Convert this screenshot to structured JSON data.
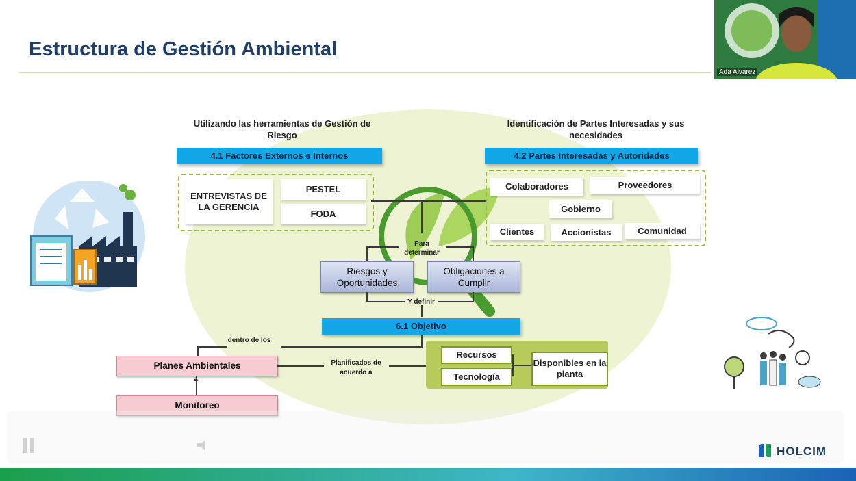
{
  "slide": {
    "title": "Estructura de Gestión Ambiental",
    "left_heading": "Utilizando las herramientas de Gestión de Riesgo",
    "right_heading": "Identificación de Partes Interesadas y sus necesidades",
    "bar_external": "4.1 Factores Externos e Internos",
    "bar_parties": "4.2 Partes Interesadas y Autoridades",
    "tools": {
      "entrevistas": "ENTREVISTAS DE LA GERENCIA",
      "pestel": "PESTEL",
      "foda": "FODA"
    },
    "parties": {
      "colaboradores": "Colaboradores",
      "proveedores": "Proveedores",
      "gobierno": "Gobierno",
      "clientes": "Clientes",
      "accionistas": "Accionistas",
      "comunidad": "Comunidad"
    },
    "para_determinar": "Para determinar",
    "riesgos": "Riesgos y Oportunidades",
    "obligaciones": "Obligaciones a Cumplir",
    "y_definir": "Y definir",
    "objetivo": "6.1 Objetivo",
    "dentro_de_los": "dentro de los",
    "planes": "Planes Ambientales",
    "planificados": "Planificados de acuerdo a",
    "recursos": "Recursos",
    "tecnologia": "Tecnología",
    "disponibles": "Disponibles en la planta",
    "monitoreo": "Monitoreo",
    "connector_a": "a"
  },
  "video": {
    "participant_name": "Ada Alvarez"
  },
  "brand": {
    "logo_text": "HOLCIM"
  },
  "colors": {
    "title": "#1f3f66",
    "blue_bar": "#12a8e8",
    "green_dash": "#9bb83a",
    "pink_box": "#f7cdd3"
  }
}
